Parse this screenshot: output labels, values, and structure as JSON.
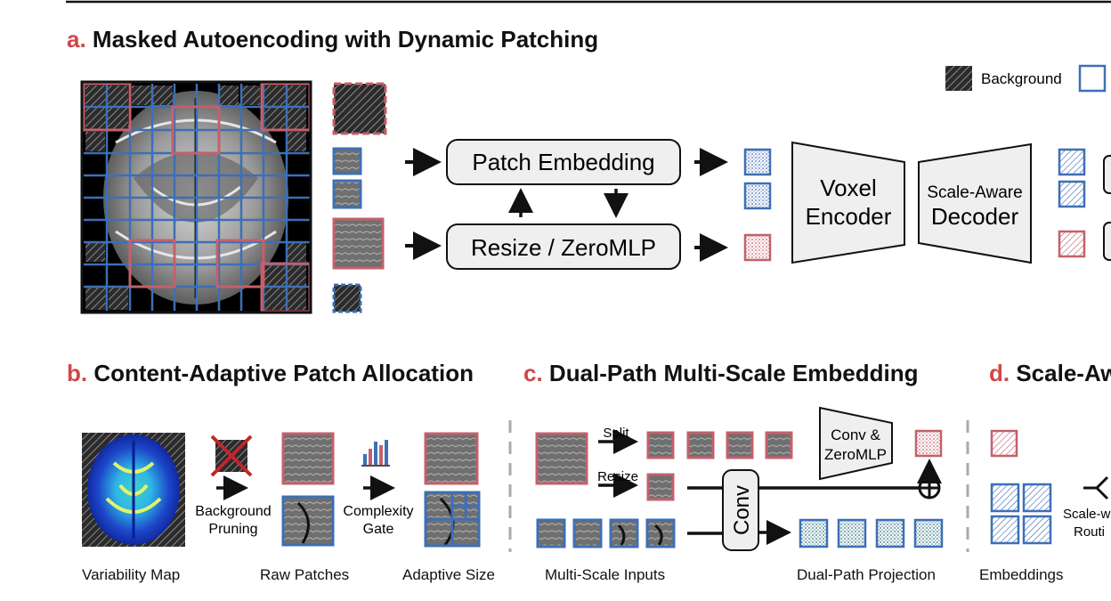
{
  "panel_a": {
    "letter": "a.",
    "title": "Masked Autoencoding with Dynamic Patching",
    "legend_background": "Background",
    "patch_embedding": "Patch Embedding",
    "resize_zeromlp": "Resize / ZeroMLP",
    "encoder_line1": "Voxel",
    "encoder_line2": "Encoder",
    "decoder_line1": "Scale-Aware",
    "decoder_line2": "Decoder"
  },
  "panel_b": {
    "letter": "b.",
    "title": "Content-Adaptive Patch Allocation",
    "pruning_line1": "Background",
    "pruning_line2": "Pruning",
    "gate_line1": "Complexity",
    "gate_line2": "Gate",
    "caption_map": "Variability Map",
    "caption_raw": "Raw Patches",
    "caption_adaptive": "Adaptive Size"
  },
  "panel_c": {
    "letter": "c.",
    "title": "Dual-Path Multi-Scale Embedding",
    "split": "Split",
    "resize": "Resize",
    "conv": "Conv",
    "conv_zeromlp_line1": "Conv &",
    "conv_zeromlp_line2": "ZeroMLP",
    "caption_inputs": "Multi-Scale Inputs",
    "caption_projection": "Dual-Path Projection"
  },
  "panel_d": {
    "letter": "d.",
    "title": "Scale-Aw",
    "routing_line1": "Scale-w",
    "routing_line2": "Routi",
    "caption_embeddings": "Embeddings"
  },
  "colors": {
    "blue": "#3d6fb6",
    "pink": "#c4606b",
    "accent_red": "#d0474a",
    "box_fill": "#efefef"
  }
}
